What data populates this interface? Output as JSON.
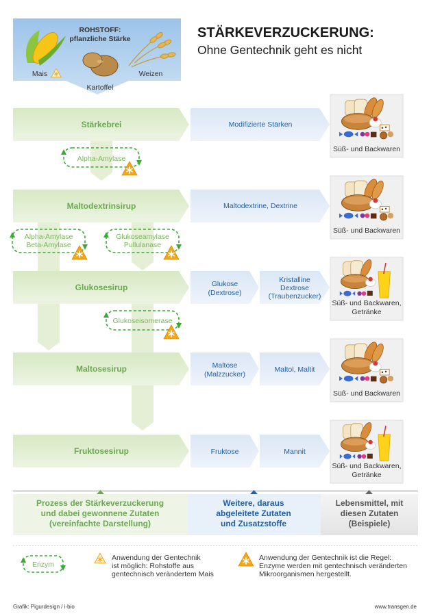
{
  "header": {
    "title": "STÄRKEVERZUCKERUNG:",
    "subtitle": "Ohne Gentechnik geht es nicht"
  },
  "raw_material": {
    "title_line1": "ROHSTOFF:",
    "title_line2": "pflanzliche Stärke",
    "items": [
      "Mais",
      "Kartoffel",
      "Weizen"
    ]
  },
  "rows": [
    {
      "process": "Stärkebrei",
      "derived": [
        "Modifizierte Stärken"
      ],
      "food": [
        "Süß- und Backwaren"
      ]
    },
    {
      "process": "Maltodextrinsirup",
      "derived": [
        "Maltodextrine, Dextrine"
      ],
      "food": [
        "Süß- und Backwaren"
      ]
    },
    {
      "process": "Glukosesirup",
      "derived": [
        [
          "Glukose",
          "(Dextrose)"
        ],
        [
          "Kristalline",
          "Dextrose",
          "(Traubenzucker)"
        ]
      ],
      "food": [
        "Süß- und Backwaren,",
        "Getränke"
      ]
    },
    {
      "process": "Maltosesirup",
      "derived": [
        [
          "Maltose",
          "(Malzzucker)"
        ],
        [
          "Maltol, Maltit"
        ]
      ],
      "food": [
        "Süß- und Backwaren"
      ]
    },
    {
      "process": "Fruktosesirup",
      "derived": [
        [
          "Fruktose"
        ],
        [
          "Mannit"
        ]
      ],
      "food": [
        "Süß- und Backwaren,",
        "Getränke"
      ]
    }
  ],
  "enzymes": {
    "alpha_amylase": "Alpha-Amylase",
    "alpha_beta": [
      "Alpha-Amylase",
      "Beta-Amylase"
    ],
    "gluko_pullu": [
      "Glukoseamylase",
      "Pullulanase"
    ],
    "glukoseisomerase": "Glukoseisomerase"
  },
  "columns": {
    "process": [
      "Prozess der Stärkeverzuckerung",
      "und dabei gewonnene Zutaten",
      "(vereinfachte Darstellung)"
    ],
    "derived": [
      "Weitere, daraus",
      "abgeleitete Zutaten",
      "und Zusatzstoffe"
    ],
    "food": [
      "Lebensmittel, mit",
      "diesen Zutaten",
      "(Beispiele)"
    ]
  },
  "legend": {
    "enzyme": "Enzym",
    "possible": [
      "Anwendung der Gentechnik",
      "ist möglich: Rohstoffe aus",
      "gentechnisch verändertem Mais"
    ],
    "rule": [
      "Anwendung der Gentechnik ist die Regel:",
      "Enzyme werden mit gentechnisch veränderten",
      "Mikroorganismen hergestellt."
    ]
  },
  "footer": {
    "credit": "Grafik: Pigurdesign / i-bio",
    "url": "www.transgen.de"
  },
  "colors": {
    "green_light": "#e4efd5",
    "green_text": "#6aa84f",
    "blue_light": "#e6eef8",
    "blue_text": "#1f5fa5",
    "grey_box": "#eeeeee",
    "warning_orange": "#f2a619"
  }
}
